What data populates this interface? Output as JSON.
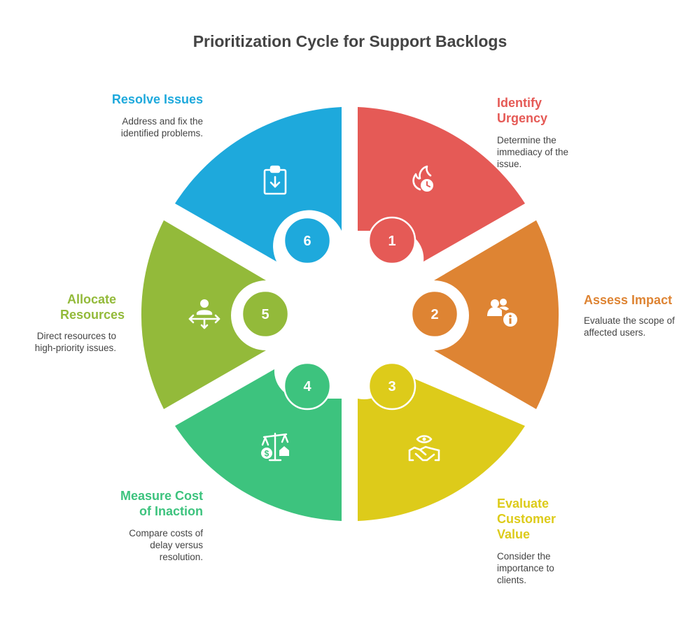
{
  "title": "Prioritization Cycle for Support Backlogs",
  "colors": {
    "red": "#E55A56",
    "orange": "#DE8433",
    "yellow": "#DDCB1A",
    "green": "#3DC37E",
    "lime": "#93BA3A",
    "blue": "#1EA9DC"
  },
  "steps": [
    {
      "number": "1",
      "title": "Identify Urgency",
      "description": "Determine the immediacy of the issue.",
      "icon": "flame-clock-icon"
    },
    {
      "number": "2",
      "title": "Assess Impact",
      "description": "Evaluate the scope of affected users.",
      "icon": "users-info-icon"
    },
    {
      "number": "3",
      "title": "Evaluate Customer Value",
      "description": "Consider the importance to clients.",
      "icon": "handshake-eye-icon"
    },
    {
      "number": "4",
      "title": "Measure Cost of Inaction",
      "description": "Compare costs of delay versus resolution.",
      "icon": "scale-cost-icon"
    },
    {
      "number": "5",
      "title": "Allocate Resources",
      "description": "Direct resources to high-priority issues.",
      "icon": "person-arrows-icon"
    },
    {
      "number": "6",
      "title": "Resolve Issues",
      "description": "Address and fix the identified problems.",
      "icon": "clipboard-download-icon"
    }
  ]
}
